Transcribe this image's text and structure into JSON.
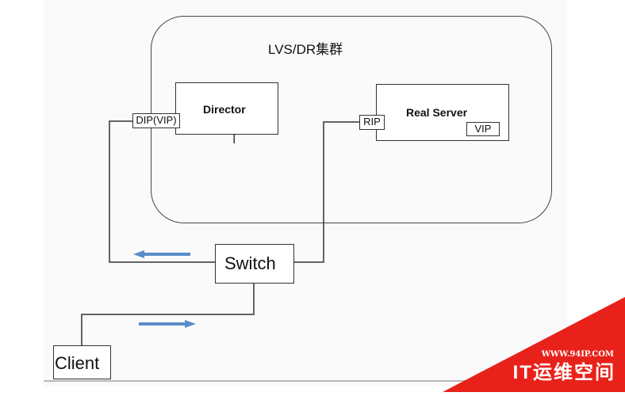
{
  "cluster": {
    "title": "LVS/DR集群"
  },
  "director": {
    "label": "Director",
    "tag": "DIP(VIP)"
  },
  "real_server": {
    "label": "Real Server",
    "tag_rip": "RIP",
    "tag_vip": "VIP"
  },
  "switch": {
    "label": "Switch"
  },
  "client": {
    "label": "Client"
  },
  "watermark": {
    "url": "WWW.94IP.COM",
    "name": "IT运维空间"
  },
  "colors": {
    "arrow": "#5a8cc8",
    "watermark": "#e8221b",
    "line": "#333333"
  }
}
